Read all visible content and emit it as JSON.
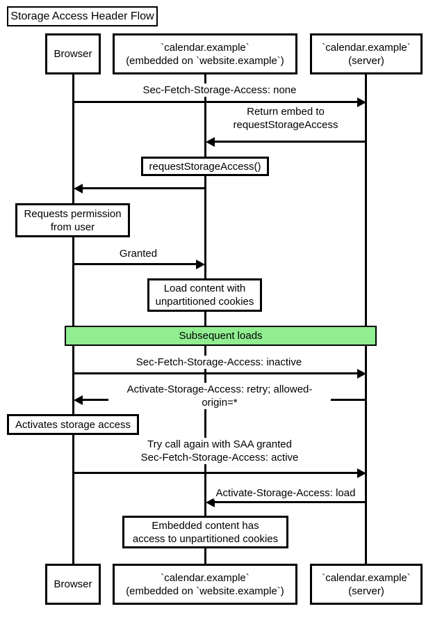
{
  "title": "Storage Access Header Flow",
  "participants": {
    "browser": "Browser",
    "embedded": "`calendar.example`\n(embedded on `website.example`)",
    "server": "`calendar.example`\n(server)"
  },
  "messages": {
    "fetch_none": "Sec-Fetch-Storage-Access: none",
    "return_embed": "Return embed to\nrequestStorageAccess",
    "granted": "Granted",
    "fetch_inactive": "Sec-Fetch-Storage-Access: inactive",
    "activate_retry": "Activate-Storage-Access: retry; allowed-origin=*",
    "try_again": "Try call again with SAA granted\nSec-Fetch-Storage-Access: active",
    "activate_load": "Activate-Storage-Access: load"
  },
  "notes": {
    "request_storage_access": "requestStorageAccess()",
    "requests_permission": "Requests permission\nfrom user",
    "load_content": "Load content with\nunpartitioned cookies",
    "activates_storage": "Activates storage access",
    "embedded_content": "Embedded content has\naccess to unpartitioned cookies"
  },
  "divider": {
    "label": "Subsequent loads",
    "fill": "#90ee90"
  },
  "colors": {
    "line": "#000000",
    "background": "#ffffff"
  }
}
